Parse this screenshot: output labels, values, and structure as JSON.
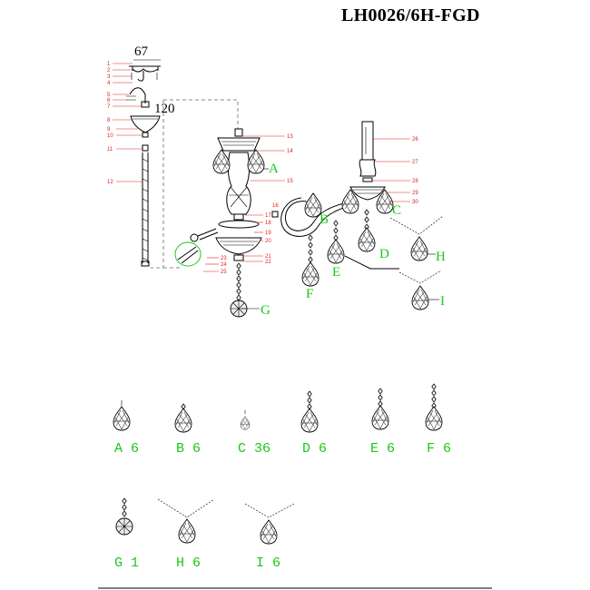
{
  "model": "LH0026/6H-FGD",
  "dimensions": {
    "canopy_width": "67",
    "chain_length": "120"
  },
  "part_numbers": [
    "1",
    "2",
    "3",
    "4",
    "5",
    "6",
    "7",
    "8",
    "9",
    "10",
    "11",
    "12",
    "13",
    "14",
    "15",
    "16",
    "17",
    "18",
    "19",
    "20",
    "21",
    "22",
    "23",
    "24",
    "25",
    "26",
    "27",
    "28",
    "29",
    "30"
  ],
  "crystal_letters": [
    "A",
    "B",
    "C",
    "D",
    "E",
    "F",
    "G",
    "H",
    "I"
  ],
  "legend": [
    {
      "letter": "A",
      "qty": "6"
    },
    {
      "letter": "B",
      "qty": "6"
    },
    {
      "letter": "C",
      "qty": "36"
    },
    {
      "letter": "D",
      "qty": "6"
    },
    {
      "letter": "E",
      "qty": "6"
    },
    {
      "letter": "F",
      "qty": "6"
    },
    {
      "letter": "G",
      "qty": "1"
    },
    {
      "letter": "H",
      "qty": "6"
    },
    {
      "letter": "I",
      "qty": "6"
    }
  ],
  "colors": {
    "part_number": "#e02020",
    "crystal_label": "#18c818",
    "drawing": "#000000"
  }
}
